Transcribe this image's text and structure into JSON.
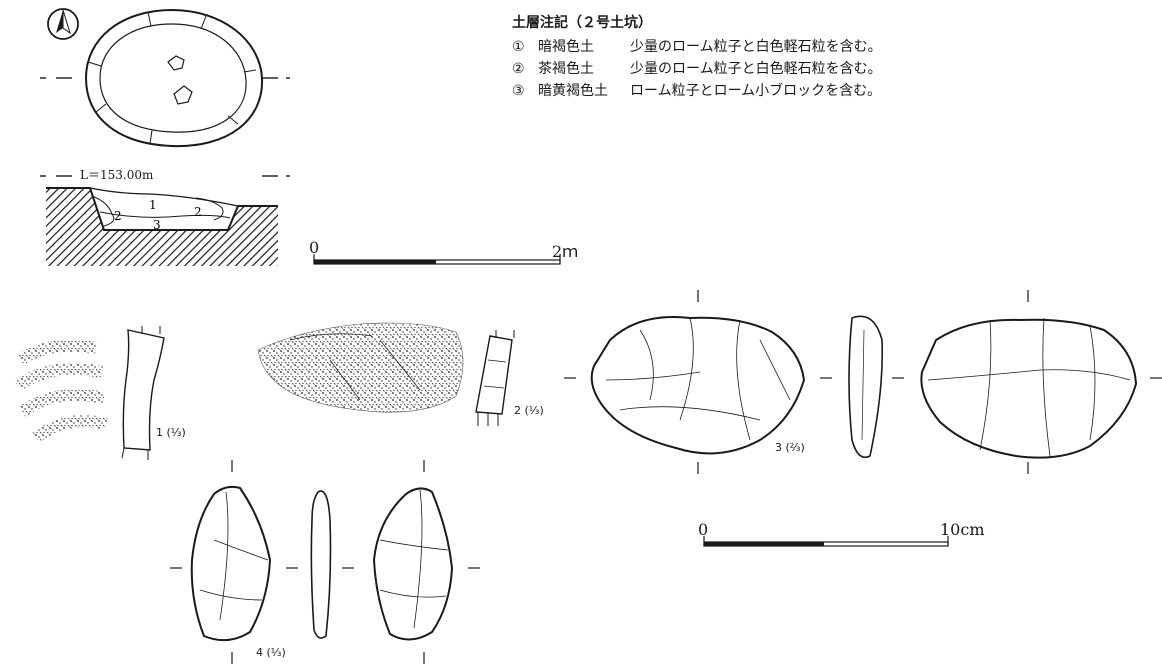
{
  "legend": {
    "title": "土層注記（２号土坑）",
    "rows": [
      {
        "num": "①",
        "name": "暗褐色土",
        "desc": "少量のローム粒子と白色軽石粒を含む。"
      },
      {
        "num": "②",
        "name": "茶褐色土",
        "desc": "少量のローム粒子と白色軽石粒を含む。"
      },
      {
        "num": "③",
        "name": "暗黄褐色土",
        "desc": "ローム粒子とローム小ブロックを含む。"
      }
    ]
  },
  "section": {
    "elevation": "L＝153.00m",
    "layers": [
      "1",
      "2",
      "2",
      "3"
    ]
  },
  "scale_pit": {
    "start": "0",
    "end": "2ｍ"
  },
  "scale_artifacts": {
    "start": "0",
    "end": "10cm"
  },
  "artifacts": [
    {
      "id": "1",
      "ratio": "(⅓)"
    },
    {
      "id": "2",
      "ratio": "(⅓)"
    },
    {
      "id": "3",
      "ratio": "(⅔)"
    },
    {
      "id": "4",
      "ratio": "(⅓)"
    }
  ]
}
